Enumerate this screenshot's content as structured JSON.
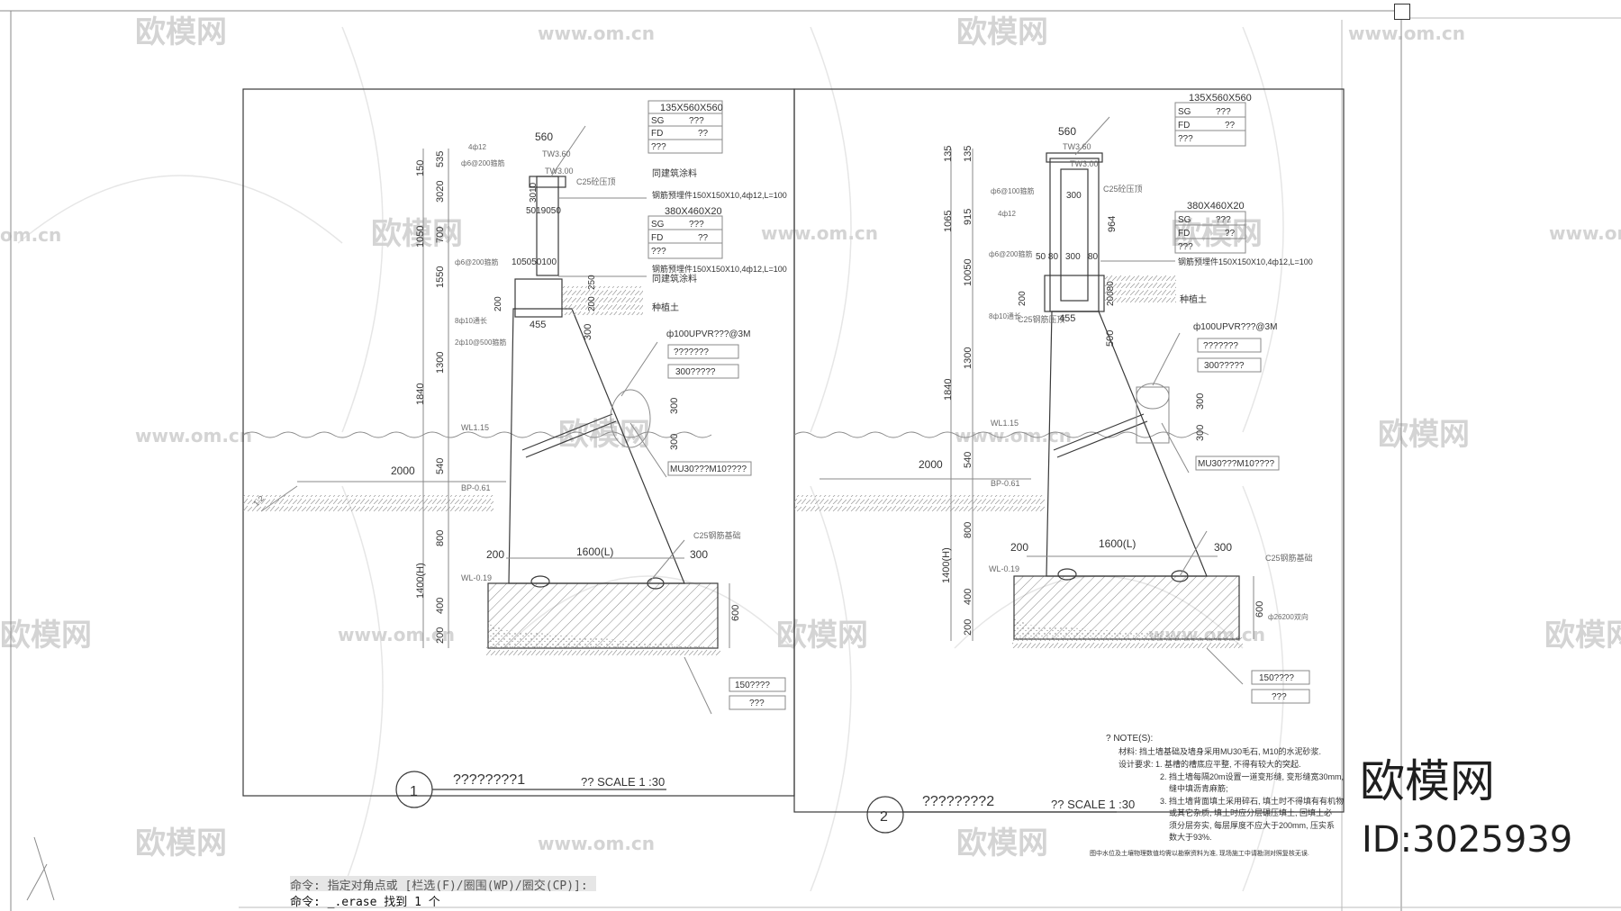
{
  "watermarks": {
    "logo_text": "欧模网",
    "url_text": "www.om.cn",
    "cn_text": "om.cn"
  },
  "brand": {
    "name": "欧模网",
    "id_text": "ID:3025939"
  },
  "command_line": {
    "line1": "命令: 指定对角点或 [栏选(F)/圈围(WP)/圈交(CP)]:",
    "line2": "命令: _.erase 找到 1 个"
  },
  "detail1": {
    "title": "????????1",
    "scale": "?? SCALE 1 :30",
    "number": "1",
    "table_top": {
      "header": "135X560X560",
      "rows": [
        [
          "SG",
          "???"
        ],
        [
          "FD",
          "??"
        ],
        [
          "???",
          ""
        ]
      ]
    },
    "table_mid": {
      "header": "380X460X20",
      "rows": [
        [
          "SG",
          "???"
        ],
        [
          "FD",
          "??"
        ],
        [
          "???",
          ""
        ]
      ]
    },
    "labels": {
      "w560": "560",
      "tw1": "TW3.60",
      "tw2": "TW3.00",
      "c25a": "C25砼压顶",
      "paint": "同建筑涂料",
      "steel": "钢筋预埋件150X150X10,4ф12,L=100",
      "steel2": "钢筋预埋件150X150X10,4ф12,L=100",
      "paint2": "同建筑涂料",
      "soil": "种植土",
      "pipe": "ф100UPVR???@3M",
      "b1": "???????",
      "b2": "300?????",
      "wl115": "WL1.15",
      "w2000": "2000",
      "bp": "BP-0.61",
      "mu30": "MU30???M10????",
      "c25b": "C25钢筋基础",
      "l1600": "1600(L)",
      "d200": "200",
      "d300": "300",
      "wl019": "WL-0.19",
      "h1400": "1400(H)",
      "d600": "600",
      "b150": "150????",
      "b3q": "???",
      "v150": "150",
      "v3020": "3020",
      "v535": "535",
      "v3010": "3010",
      "v1050": "1050",
      "v700": "700",
      "v1550": "1550",
      "v200": "200",
      "v1300": "1300",
      "v1840": "1840",
      "v540": "540",
      "v800": "800",
      "v400": "400",
      "v200b": "200",
      "v300": "300",
      "v300b": "300",
      "v300c": "300",
      "v455": "455",
      "v50": "5019050",
      "v105": "105050100",
      "v250": "250",
      "v200c": "200",
      "slope": "1:2",
      "g1": "4ф12",
      "g2": "ф6@200箍筋",
      "g3": "ф6@200箍筋",
      "g4": "8ф10通长",
      "g5": "2ф10@500箍筋"
    }
  },
  "detail2": {
    "title": "????????2",
    "scale": "?? SCALE 1 :30",
    "number": "2",
    "table_top": {
      "header": "135X560X560",
      "rows": [
        [
          "SG",
          "???"
        ],
        [
          "FD",
          "??"
        ],
        [
          "???",
          ""
        ]
      ]
    },
    "table_mid": {
      "header": "380X460X20",
      "rows": [
        [
          "SG",
          "???"
        ],
        [
          "FD",
          "??"
        ],
        [
          "???",
          ""
        ]
      ]
    },
    "labels": {
      "w560": "560",
      "tw1": "TW3.60",
      "tw2": "TW3.00",
      "c25a": "C25砼压顶",
      "steel": "钢筋预埋件150X150X10,4ф12,L=100",
      "soil": "种植土",
      "pipe": "ф100UPVR???@3M",
      "b1": "???????",
      "b2": "300?????",
      "wl115": "WL1.15",
      "w2000": "2000",
      "bp": "BP-0.61",
      "mu30": "MU30???M10????",
      "c25b": "C25钢筋基础",
      "l1600": "1600(L)",
      "d200": "200",
      "d300": "300",
      "wl019": "WL-0.19",
      "h1400": "1400(H)",
      "d600": "600",
      "b150": "150????",
      "b3q": "???",
      "c25c": "C25钢筋压顶",
      "v135": "135",
      "v135b": "135",
      "v1065": "1065",
      "v915": "915",
      "v964": "964",
      "v1050": "10050",
      "v300": "300",
      "v50": "50 80",
      "v300b": "300",
      "v80": "80",
      "v200": "200",
      "v2008": "20080",
      "v455": "455",
      "v500": "500",
      "v1300": "1300",
      "v1840": "1840",
      "v540": "540",
      "v800": "800",
      "v400": "400",
      "v200b": "200",
      "v300c": "300",
      "v300d": "300",
      "v300e": "300",
      "v2020": "ф26200双向",
      "g1": "4ф12",
      "g2": "ф6@100箍筋",
      "g3": "ф6@200箍筋",
      "g4": "8ф10通长"
    }
  },
  "notes": {
    "heading": "? NOTE(S):",
    "lines": [
      "材料: 挡土墙基础及墙身采用MU30毛石, M10的水泥砂浆.",
      "设计要求: 1. 基槽的槽底应平整, 不得有较大的突起.",
      "2. 挡土墙每隔20m设置一道变形缝, 变形缝宽30mm,",
      "缝中填沥青麻筋;",
      "3. 挡土墙背面填土采用碎石, 填土时不得填有有机物",
      "或其它杂质, 填土时应分层碾压填土, 回填土必",
      "须分层夯实, 每层厚度不应大于200mm, 压实系",
      "数大于93%.",
      "图中水位及土壤物理数值均需以勘察资料为准, 现场施工中请勘测对照复核无误."
    ]
  }
}
